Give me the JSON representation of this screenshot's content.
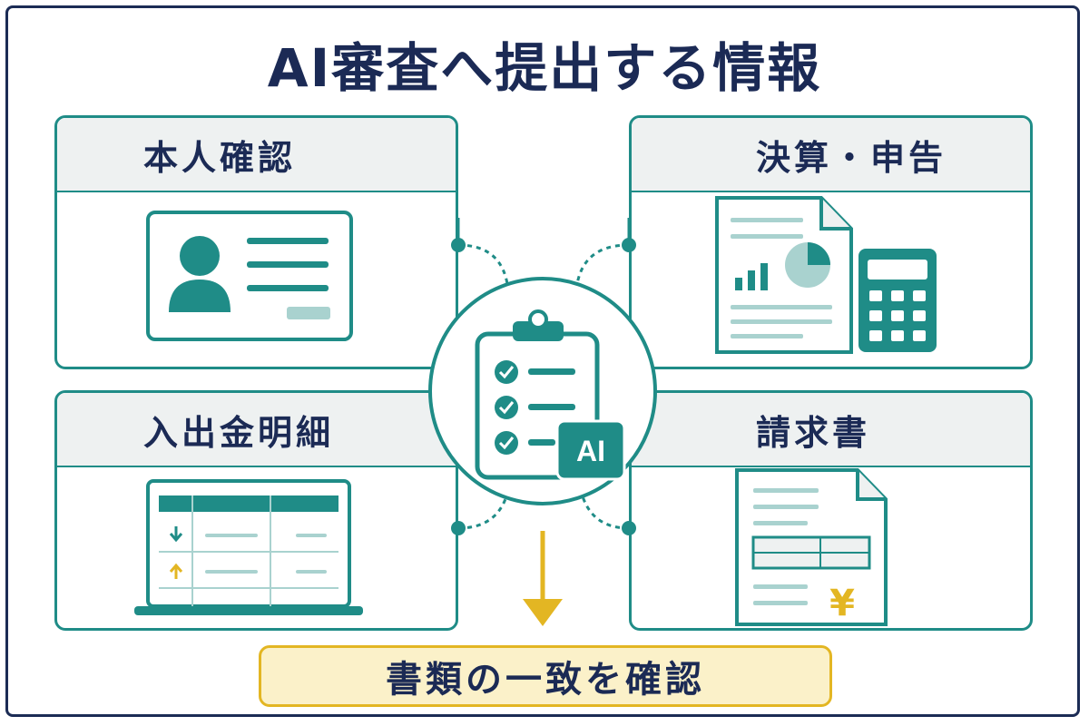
{
  "title": "AI審査へ提出する情報",
  "cards": {
    "identity": {
      "label": "本人確認"
    },
    "financial": {
      "label": "決算・申告"
    },
    "bank": {
      "label": "入出金明細"
    },
    "invoice": {
      "label": "請求書"
    }
  },
  "center": {
    "badge": "AI"
  },
  "invoice_icon": {
    "currency_symbol": "¥"
  },
  "result": {
    "label": "書類の一致を確認"
  },
  "colors": {
    "navy": "#1b2a55",
    "teal": "#1f8c87",
    "teal_light": "#a9d2cf",
    "gold": "#e3b623",
    "gold_light": "#fbf1c9",
    "gray_panel": "#eef1f1"
  }
}
